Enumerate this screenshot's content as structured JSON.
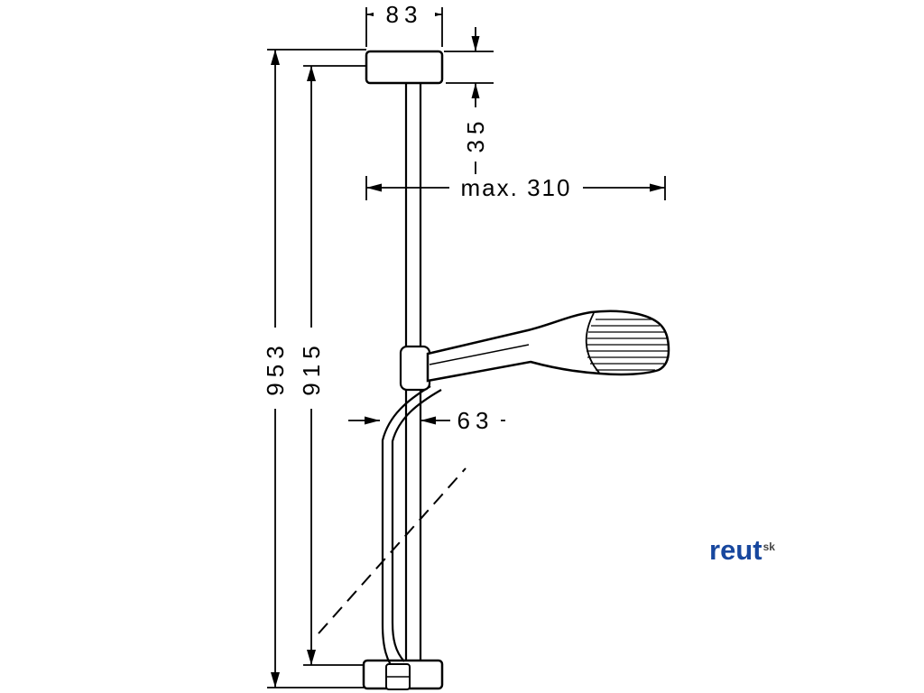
{
  "page": {
    "background": "#ffffff",
    "line_color": "#000000"
  },
  "drawing": {
    "type": "technical-dimension-drawing",
    "subject": "shower-rail-set-with-hand-shower-and-hose",
    "dimensions": {
      "bracket_width": "83",
      "bracket_height": "35",
      "max_reach": "max. 310",
      "overall_height": "953",
      "bar_height": "915",
      "hose_offset": "63"
    }
  },
  "watermark": {
    "brand": "reut",
    "suffix": "sk",
    "color": "#17479e"
  }
}
